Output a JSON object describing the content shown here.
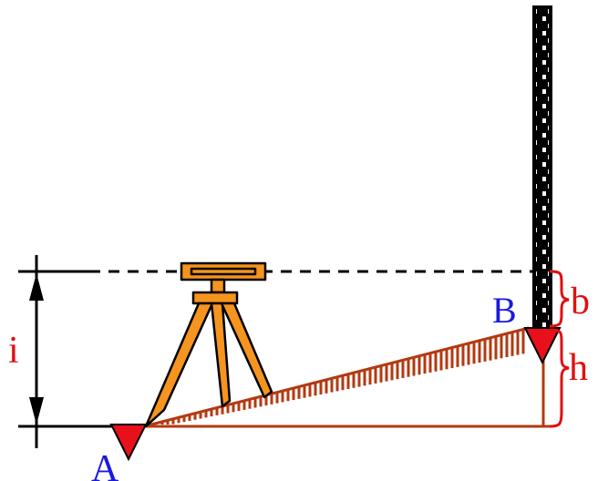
{
  "labels": {
    "point_a": "A",
    "point_b": "B",
    "instrument_height": "i",
    "staff_reading": "b",
    "height_difference": "h"
  },
  "colors": {
    "label_blue": "#1a1adf",
    "label_red": "#e01010",
    "ground_brown": "#b23a12",
    "instrument_orange": "#f5941e",
    "marker_red": "#e8101a",
    "line_black": "#000000"
  },
  "icons": {
    "point_marker": "inverted-triangle",
    "instrument": "tripod-level"
  }
}
